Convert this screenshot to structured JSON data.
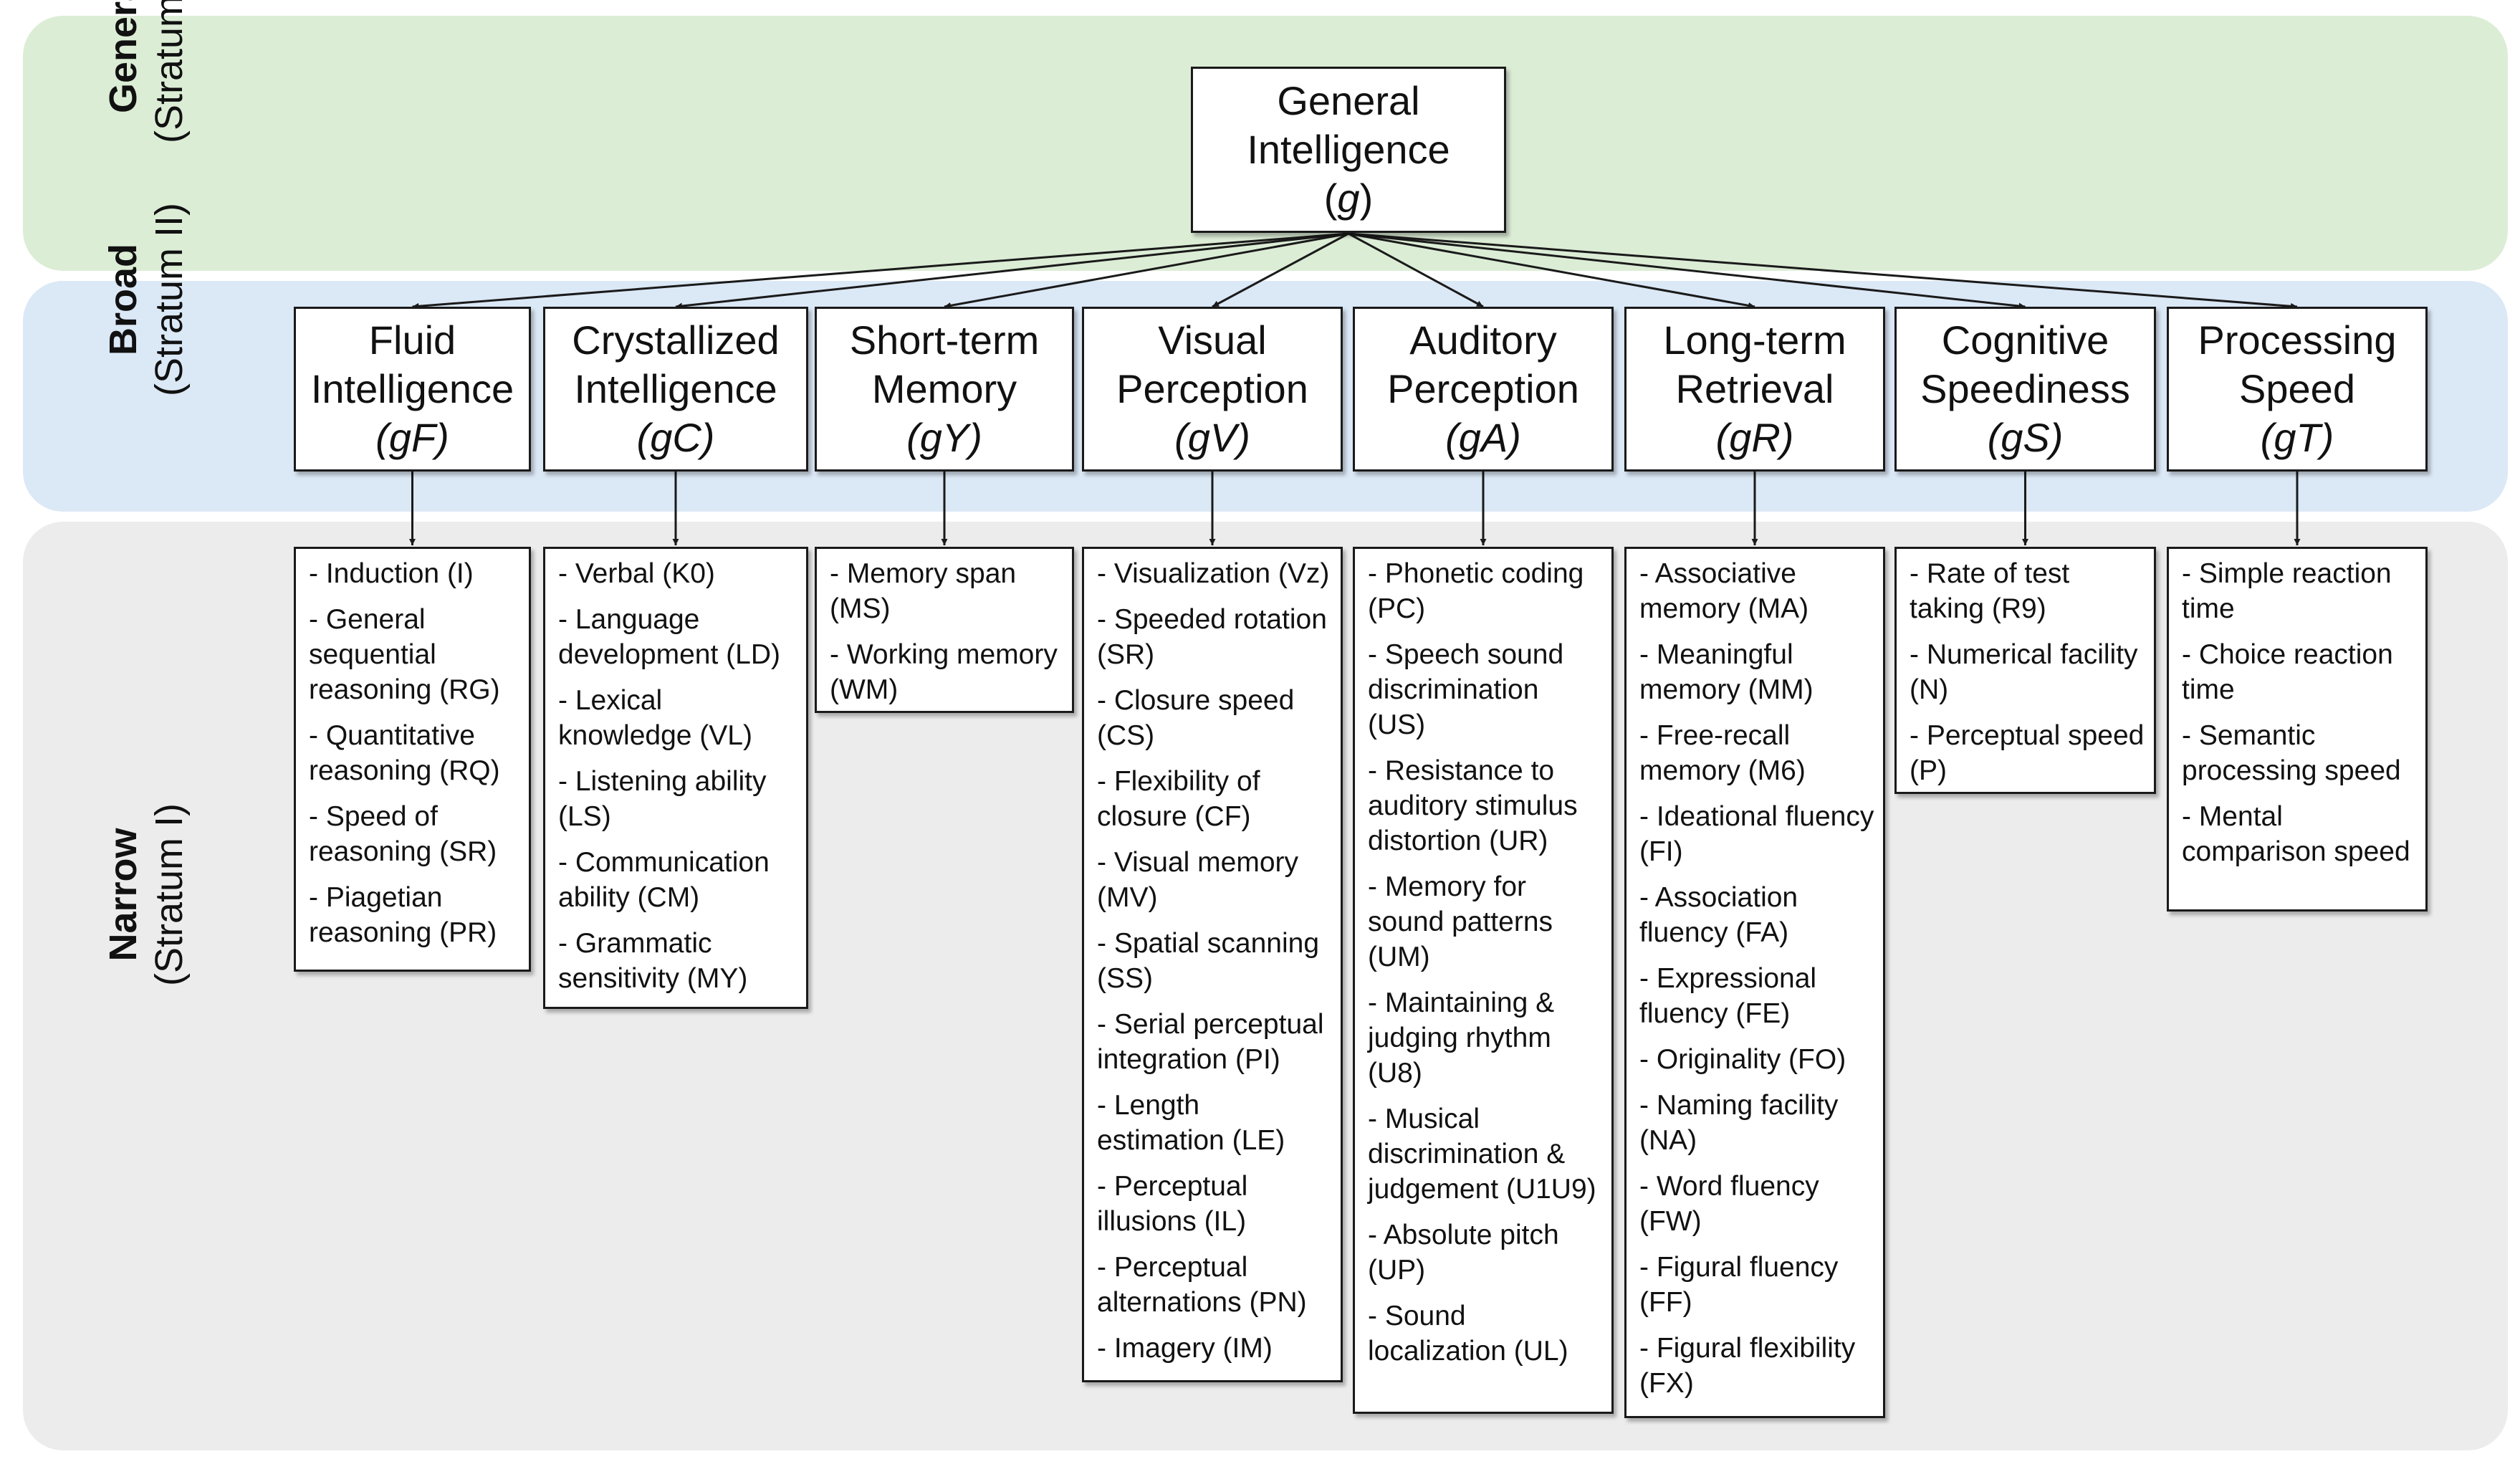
{
  "strata": [
    {
      "level": "General",
      "stratum": "(Stratum III)"
    },
    {
      "level": "Broad",
      "stratum": "(Stratum II)"
    },
    {
      "level": "Narrow",
      "stratum": "(Stratum I)"
    }
  ],
  "general": {
    "line1": "General",
    "line2": "Intelligence",
    "abbr": "g"
  },
  "broad": [
    {
      "line1": "Fluid",
      "line2": "Intelligence",
      "abbr": "(gF)"
    },
    {
      "line1": "Crystallized",
      "line2": "Intelligence",
      "abbr": "(gC)"
    },
    {
      "line1": "Short-term",
      "line2": "Memory",
      "abbr": "(gY)"
    },
    {
      "line1": "Visual",
      "line2": "Perception",
      "abbr": "(gV)"
    },
    {
      "line1": "Auditory",
      "line2": "Perception",
      "abbr": "(gA)"
    },
    {
      "line1": "Long-term",
      "line2": "Retrieval",
      "abbr": "(gR)"
    },
    {
      "line1": "Cognitive",
      "line2": "Speediness",
      "abbr": "(gS)"
    },
    {
      "line1": "Processing",
      "line2": "Speed",
      "abbr": "(gT)"
    }
  ],
  "narrow": [
    [
      "- Induction (I)",
      "- General sequential reasoning (RG)",
      "- Quantitative reasoning (RQ)",
      "- Speed of reasoning (SR)",
      "- Piagetian reasoning (PR)"
    ],
    [
      "- Verbal (K0)",
      "- Language development (LD)",
      "- Lexical knowledge (VL)",
      "- Listening ability (LS)",
      "- Communication ability (CM)",
      "- Grammatic sensitivity (MY)"
    ],
    [
      "- Memory span (MS)",
      "- Working memory (WM)"
    ],
    [
      "- Visualization (Vz)",
      "- Speeded rotation (SR)",
      "- Closure speed (CS)",
      "- Flexibility of closure (CF)",
      "- Visual memory (MV)",
      "- Spatial scanning (SS)",
      "- Serial perceptual integration (PI)",
      "- Length estimation (LE)",
      "- Perceptual illusions (IL)",
      "- Perceptual alternations (PN)",
      "- Imagery (IM)"
    ],
    [
      "- Phonetic coding (PC)",
      "- Speech sound discrimination (US)",
      "- Resistance to auditory stimulus distortion (UR)",
      "- Memory for sound patterns (UM)",
      "- Maintaining & judging rhythm (U8)",
      "- Musical discrimination & judgement (U1U9)",
      "- Absolute pitch (UP)",
      "- Sound localization (UL)"
    ],
    [
      "- Associative memory (MA)",
      "- Meaningful memory (MM)",
      "- Free-recall memory (M6)",
      "- Ideational fluency (FI)",
      "- Association fluency (FA)",
      "- Expressional fluency (FE)",
      "- Originality (FO)",
      "- Naming facility (NA)",
      "- Word fluency (FW)",
      "- Figural fluency (FF)",
      "- Figural flexibility (FX)"
    ],
    [
      "- Rate of test taking (R9)",
      "- Numerical facility (N)",
      "- Perceptual speed (P)"
    ],
    [
      "- Simple reaction time",
      "- Choice reaction time",
      "- Semantic processing speed",
      "- Mental comparison speed"
    ]
  ]
}
